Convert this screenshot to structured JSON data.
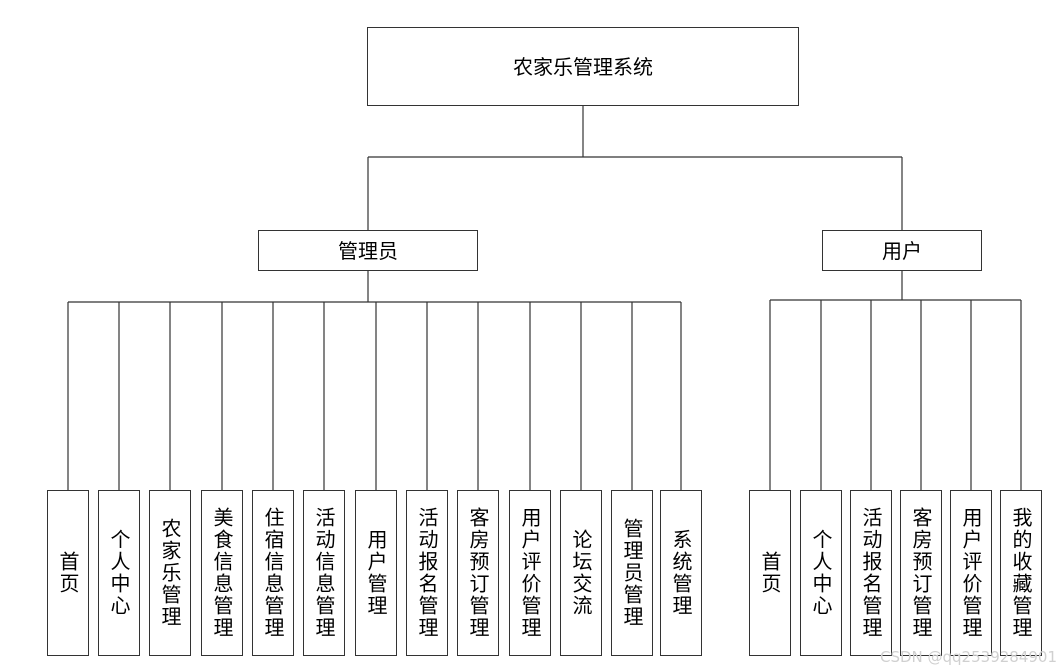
{
  "title": "农家乐管理系统",
  "roles": [
    {
      "name": "管理员",
      "modules": [
        "首页",
        "个人中心",
        "农家乐管理",
        "美食信息管理",
        "住宿信息管理",
        "活动信息管理",
        "用户管理",
        "活动报名管理",
        "客房预订管理",
        "用户评价管理",
        "论坛交流",
        "管理员管理",
        "系统管理"
      ]
    },
    {
      "name": "用户",
      "modules": [
        "首页",
        "个人中心",
        "活动报名管理",
        "客房预订管理",
        "用户评价管理",
        "我的收藏管理"
      ]
    }
  ],
  "watermark": "CSDN @qq2539284901"
}
